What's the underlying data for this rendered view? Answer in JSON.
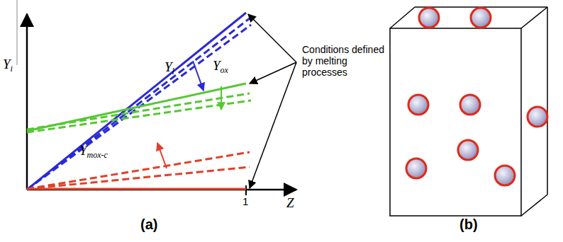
{
  "diagram": {
    "labels": [
      "Yi",
      "Yl",
      "Yox",
      "Ymox-c",
      "Conditions defined by melting processes",
      "1",
      "Z",
      "(a)",
      "(b)"
    ]
  }
}
